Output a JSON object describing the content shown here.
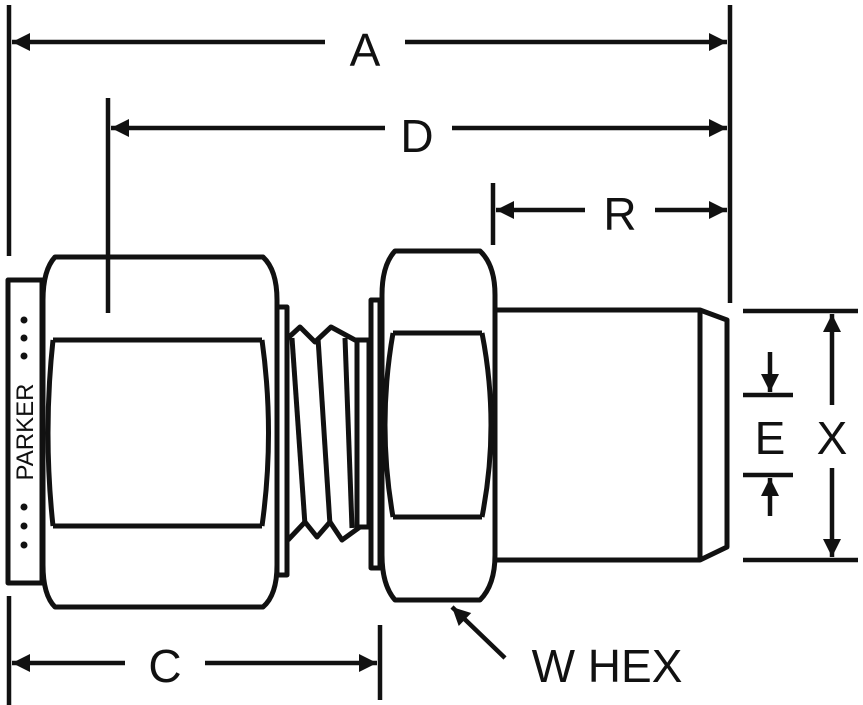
{
  "diagram": {
    "dimensions": {
      "A": "A",
      "D": "D",
      "R": "R",
      "C": "C",
      "E": "E",
      "X": "X"
    },
    "callout": "W HEX",
    "brand_marking": "PARKER",
    "ink_color": "#111111"
  }
}
